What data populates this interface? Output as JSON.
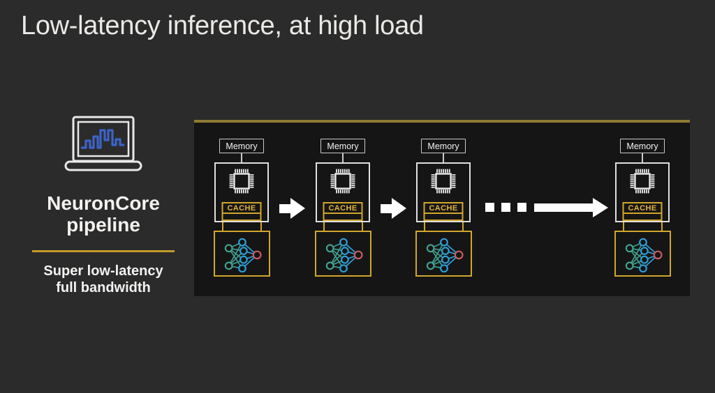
{
  "slide": {
    "title": "Low-latency inference, at high load"
  },
  "sidebar": {
    "icon": "laptop-waveform-icon",
    "heading": {
      "line1": "NeuronCore",
      "line2": "pipeline"
    },
    "subheading": {
      "line1": "Super low-latency",
      "line2": "full bandwidth"
    }
  },
  "diagram": {
    "stages": [
      {
        "memory_label": "Memory",
        "cache_label": "CACHE",
        "chip_icon": "processor-chip-icon",
        "nn_icon": "neural-network-icon"
      },
      {
        "memory_label": "Memory",
        "cache_label": "CACHE",
        "chip_icon": "processor-chip-icon",
        "nn_icon": "neural-network-icon"
      },
      {
        "memory_label": "Memory",
        "cache_label": "CACHE",
        "chip_icon": "processor-chip-icon",
        "nn_icon": "neural-network-icon"
      },
      {
        "memory_label": "Memory",
        "cache_label": "CACHE",
        "chip_icon": "processor-chip-icon",
        "nn_icon": "neural-network-icon"
      }
    ],
    "connectors": [
      {
        "type": "arrow"
      },
      {
        "type": "arrow"
      },
      {
        "type": "dots-then-arrow",
        "dots": 3
      }
    ]
  },
  "colors": {
    "background": "#2b2b2b",
    "panel_bg": "#151515",
    "panel_top_line": "#8f7a33",
    "accent_gold": "#d2a62c",
    "divider_gold": "#c49b2b",
    "node_teal": "#46a393",
    "node_blue": "#2da0d8",
    "node_red": "#d05c5c",
    "waveform_blue": "#3d63c9"
  }
}
